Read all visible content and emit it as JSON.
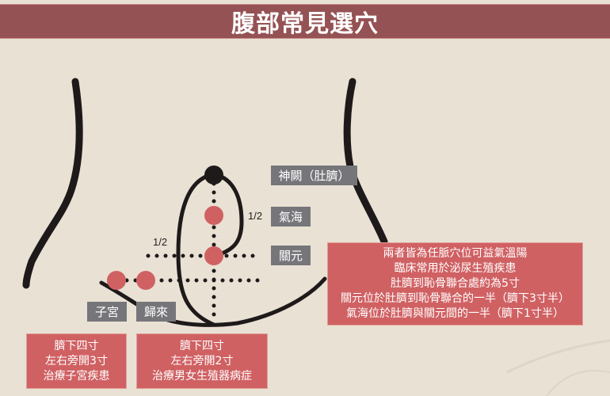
{
  "title": "腹部常見選穴",
  "colors": {
    "background": "#e9e1d4",
    "title_bar": "#955254",
    "acupoint": "#d06163",
    "label_bg": "#76767a",
    "info_box": "#d06163",
    "line": "#1e1a1a"
  },
  "labels": {
    "shenque": "神闕（肚臍）",
    "qihai": "氣海",
    "guanyuan": "關元",
    "zigong": "子宮",
    "guilai": "歸來",
    "half_right": "1/2",
    "half_left": "1/2"
  },
  "info_main": {
    "lines": [
      "兩者皆為任脈穴位可益氣溫陽",
      "臨床常用於泌尿生殖疾患",
      "肚臍到恥骨聯合處約為5寸",
      "關元位於肚臍到恥骨聯合的一半（臍下3寸半）",
      "氣海位於肚臍與關元間的一半（臍下1寸半）"
    ]
  },
  "info_zigong": {
    "lines": [
      "臍下四寸",
      "左右旁開3寸",
      "治療子宮疾患"
    ]
  },
  "info_guilai": {
    "lines": [
      "臍下四寸",
      "左右旁開2寸",
      "治療男女生殖器病症"
    ]
  }
}
